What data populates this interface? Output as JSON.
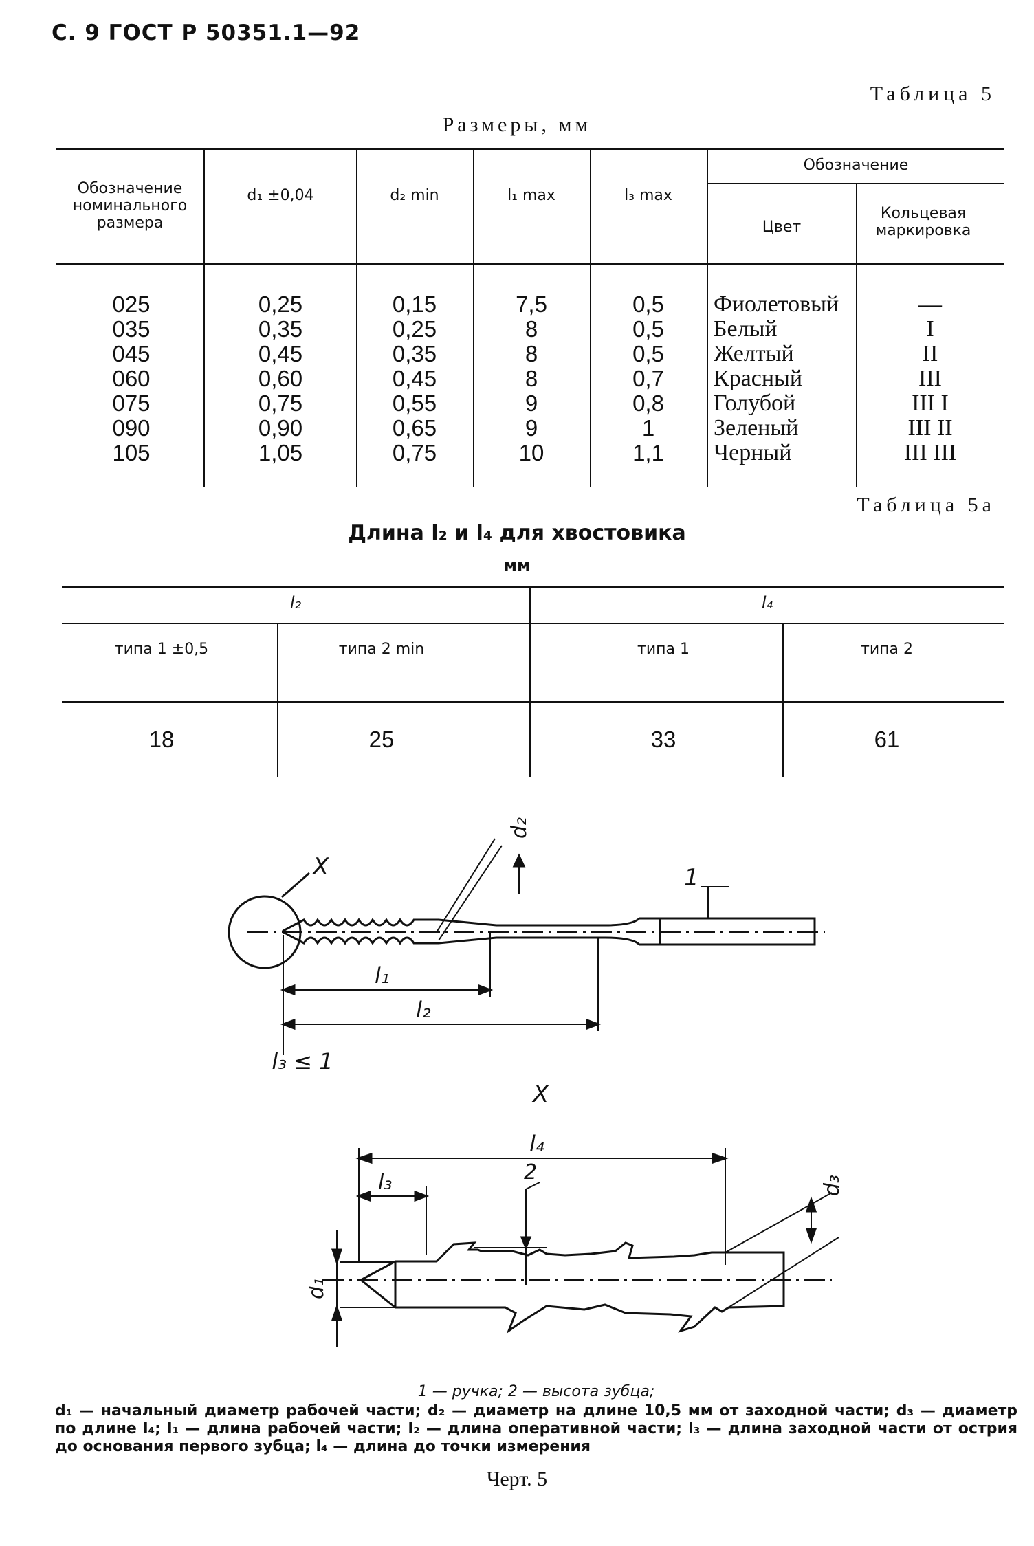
{
  "header": "С. 9 ГОСТ Р 50351.1—92",
  "table5": {
    "number": "Таблица 5",
    "caption": "Размеры, мм",
    "headers": {
      "nominal": "Обозначение номинального размера",
      "d1": "d₁ ±0,04",
      "d2": "d₂ min",
      "l1": "l₁ max",
      "l3": "l₃ max",
      "designation": "Обозначение",
      "color": "Цвет",
      "ring": "Кольцевая маркировка"
    },
    "rows": [
      {
        "nominal": "025",
        "d1": "0,25",
        "d2": "0,15",
        "l1": "7,5",
        "l3": "0,5",
        "color": "Фиолетовый",
        "ring": "—"
      },
      {
        "nominal": "035",
        "d1": "0,35",
        "d2": "0,25",
        "l1": "8",
        "l3": "0,5",
        "color": "Белый",
        "ring": "I"
      },
      {
        "nominal": "045",
        "d1": "0,45",
        "d2": "0,35",
        "l1": "8",
        "l3": "0,5",
        "color": "Желтый",
        "ring": "II"
      },
      {
        "nominal": "060",
        "d1": "0,60",
        "d2": "0,45",
        "l1": "8",
        "l3": "0,7",
        "color": "Красный",
        "ring": "III"
      },
      {
        "nominal": "075",
        "d1": "0,75",
        "d2": "0,55",
        "l1": "9",
        "l3": "0,8",
        "color": "Голубой",
        "ring": "III I"
      },
      {
        "nominal": "090",
        "d1": "0,90",
        "d2": "0,65",
        "l1": "9",
        "l3": "1",
        "color": "Зеленый",
        "ring": "III II"
      },
      {
        "nominal": "105",
        "d1": "1,05",
        "d2": "0,75",
        "l1": "10",
        "l3": "1,1",
        "color": "Черный",
        "ring": "III III"
      }
    ]
  },
  "table5a": {
    "number": "Таблица 5а",
    "caption": "Длина l₂ и l₄ для хвостовика",
    "unit": "мм",
    "group_l2": "l₂",
    "group_l4": "l₄",
    "subheaders": [
      "типа 1 ±0,5",
      "типа 2 min",
      "типа 1",
      "типа 2"
    ],
    "values": [
      "18",
      "25",
      "33",
      "61"
    ]
  },
  "figure": {
    "label_x": "X",
    "label_1": "1",
    "label_2": "2",
    "label_d1": "d₁",
    "label_d2": "d₂",
    "label_d3": "d₃",
    "label_l1": "l₁",
    "label_l2": "l₂",
    "label_l3": "l₃",
    "label_l4": "l₄",
    "label_l3_le_1": "l₃ ≤ 1",
    "detail_title": "X"
  },
  "legend": {
    "line1": "1 — ручка; 2 — высота зубца;",
    "line2": "d₁ — начальный диаметр рабочей части; d₂ — диаметр на длине 10,5 мм от заходной части; d₃ — диаметр по длине l₄; l₁ — длина рабочей части; l₂ — длина оперативной части; l₃ — длина заходной части от острия до основания первого зубца; l₄ — длина до точки измерения",
    "figure_caption": "Черт. 5"
  }
}
